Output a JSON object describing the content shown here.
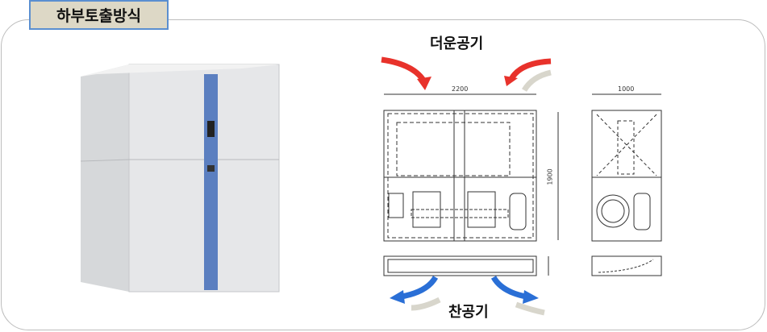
{
  "title": "하부토출방식",
  "hot_air_label": "더운공기",
  "cold_air_label": "찬공기",
  "dimensions": {
    "front_width": "2200",
    "side_width": "1000",
    "height": "1900"
  },
  "colors": {
    "title_bg": "#ddd8c6",
    "title_border": "#5b8fd0",
    "hot_arrow": "#e8322b",
    "cold_arrow": "#2a6fd6",
    "unit_stripe": "#5b7fc0"
  }
}
